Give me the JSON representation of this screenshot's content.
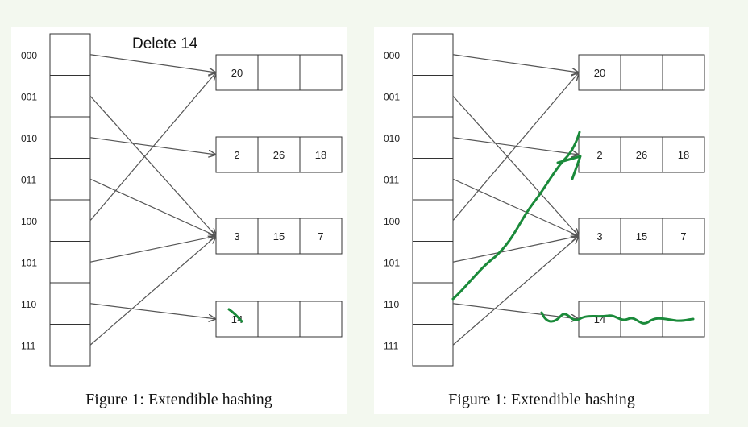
{
  "labels": [
    "000",
    "001",
    "010",
    "011",
    "100",
    "101",
    "110",
    "111"
  ],
  "left": {
    "note": "Delete 14",
    "buckets": [
      [
        "20",
        "",
        ""
      ],
      [
        "2",
        "26",
        "18"
      ],
      [
        "3",
        "15",
        "7"
      ],
      [
        "14",
        "",
        ""
      ]
    ],
    "pointers": [
      0,
      2,
      1,
      2,
      0,
      2,
      3,
      2
    ],
    "caption": "Figure 1:  Extendible hashing"
  },
  "right": {
    "buckets": [
      [
        "20",
        "",
        ""
      ],
      [
        "2",
        "26",
        "18"
      ],
      [
        "3",
        "15",
        "7"
      ],
      [
        "14",
        "",
        ""
      ]
    ],
    "pointers": [
      0,
      2,
      1,
      2,
      0,
      2,
      3,
      2
    ],
    "caption": "Figure 1:  Extendible hashing"
  },
  "colors": {
    "line": "#555555",
    "border": "#333333",
    "pen": "#1a8a3a"
  }
}
